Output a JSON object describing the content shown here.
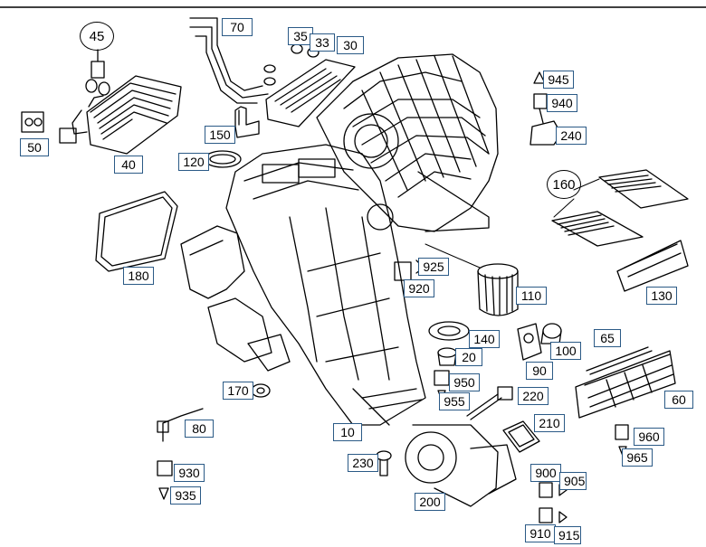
{
  "diagram": {
    "callouts": [
      {
        "id": "45",
        "text": "45",
        "circled": true
      },
      {
        "id": "70",
        "text": "70"
      },
      {
        "id": "35",
        "text": "35"
      },
      {
        "id": "33",
        "text": "33"
      },
      {
        "id": "30",
        "text": "30"
      },
      {
        "id": "945",
        "text": "945"
      },
      {
        "id": "940",
        "text": "940"
      },
      {
        "id": "240",
        "text": "240"
      },
      {
        "id": "50",
        "text": "50"
      },
      {
        "id": "40",
        "text": "40"
      },
      {
        "id": "150",
        "text": "150"
      },
      {
        "id": "160",
        "text": "160"
      },
      {
        "id": "120",
        "text": "120",
        "circled": true
      },
      {
        "id": "180",
        "text": "180"
      },
      {
        "id": "925",
        "text": "925"
      },
      {
        "id": "920",
        "text": "920"
      },
      {
        "id": "110",
        "text": "110"
      },
      {
        "id": "130",
        "text": "130"
      },
      {
        "id": "140",
        "text": "140"
      },
      {
        "id": "20",
        "text": "20"
      },
      {
        "id": "100",
        "text": "100"
      },
      {
        "id": "65",
        "text": "65"
      },
      {
        "id": "90",
        "text": "90"
      },
      {
        "id": "950",
        "text": "950"
      },
      {
        "id": "955",
        "text": "955"
      },
      {
        "id": "220",
        "text": "220"
      },
      {
        "id": "170",
        "text": "170"
      },
      {
        "id": "60",
        "text": "60"
      },
      {
        "id": "80",
        "text": "80"
      },
      {
        "id": "10",
        "text": "10"
      },
      {
        "id": "210",
        "text": "210"
      },
      {
        "id": "960",
        "text": "960"
      },
      {
        "id": "965",
        "text": "965"
      },
      {
        "id": "230",
        "text": "230"
      },
      {
        "id": "930",
        "text": "930"
      },
      {
        "id": "900",
        "text": "900"
      },
      {
        "id": "905",
        "text": "905"
      },
      {
        "id": "935",
        "text": "935"
      },
      {
        "id": "200",
        "text": "200"
      },
      {
        "id": "910",
        "text": "910"
      },
      {
        "id": "915",
        "text": "915"
      }
    ]
  },
  "colors": {
    "label_border": "#2b5a86",
    "line_art": "#000000",
    "background": "#ffffff"
  }
}
